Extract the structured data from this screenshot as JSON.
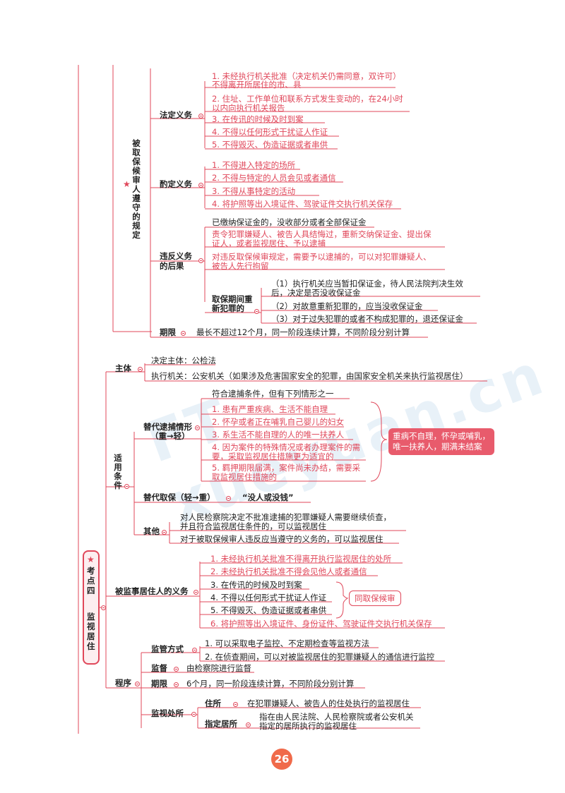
{
  "colors": {
    "accent": "#e0475a",
    "badge": "#e85b6c",
    "pagenum": "#f06a4a"
  },
  "bail": {
    "title": "被取保候审人遵守的规定",
    "legal_duty": {
      "label": "法定义务",
      "items": [
        "1. 未经执行机关批准（决定机关仍需同意，双许可）",
        "不得离开所居住的市、县",
        "2. 住址、工作单位和联系方式发生变动的，在24小时",
        "以内向执行机关报告",
        "3. 在传讯的时候及时到案",
        "4. 不得以任何形式干扰证人作证",
        "5. 不得毁灭、伪造证据或者串供"
      ]
    },
    "discretion_duty": {
      "label": "酌定义务",
      "items": [
        "1. 不得进入特定的场所",
        "2. 不得与特定的人员会见或者通信",
        "3. 不得从事特定的活动",
        "4. 将护照等出入境证件、驾驶证件交执行机关保存"
      ]
    },
    "violation": {
      "label1": "违反义务",
      "label2": "的后果",
      "items": [
        "已缴纳保证金的，没收部分或者全部保证金",
        "责令犯罪嫌疑人、被告人具结悔过，重新交纳保证金、提出保",
        "证人，或者监视居住、予以逮捕",
        "对违反取保候审规定，需要予以逮捕的，可以对犯罪嫌疑人、",
        "被告人先行拘留"
      ],
      "recrime": {
        "label1": "取保期间重",
        "label2": "新犯罪的",
        "items": [
          "（1）执行机关应当暂扣保证金，待人民法院判决生效",
          "后，决定是否没收保证金",
          "（2）对故意重新犯罪的，应当没收保证金",
          "（3）对于过失犯罪的或者不构成犯罪的，退还保证金"
        ]
      }
    },
    "term": {
      "label": "期限",
      "text": "最长不超过12个月，同一阶段连续计算，不同阶段分别计算"
    }
  },
  "exam": {
    "label": "考点四  监视居住",
    "chars": [
      "考",
      "点",
      "四",
      "",
      "监",
      "视",
      "居",
      "住"
    ]
  },
  "subject": {
    "label": "主体",
    "decide": "决定主体：公检法",
    "execute": "执行机关：公安机关（如果涉及危害国家安全的犯罪，由国家安全机关来执行监视居住）"
  },
  "conditions": {
    "label": "适用条件",
    "replace_arrest": {
      "label1": "替代逮捕情形",
      "label2": "（重→轻）",
      "lead": "符合逮捕条件，但有下列情形之一",
      "items": [
        "1. 患有严重疾病、生活不能自理",
        "2. 怀孕或者正在哺乳自己婴儿的妇女",
        "3. 系生活不能自理的人的唯一扶养人",
        "4. 因为案件的特殊情况或者办理案件的需",
        "要，采取监视居住措施更为适宜的",
        "5. 羁押期限届满，案件尚未办结，需要采",
        "取监视居住措施的"
      ],
      "badge1": "重病不自理，怀孕或哺乳，",
      "badge2": "唯一扶养人，期满未结案"
    },
    "replace_bail": {
      "label": "替代取保（轻→重）",
      "text": "“没人或没钱”"
    },
    "other": {
      "label": "其他",
      "items": [
        "对人民检察院决定不批准逮捕的犯罪嫌疑人需要继续侦查，",
        "并且符合监视居住条件的，可以监视居住",
        "对于被取保候审人违反应当遵守的义务的，可以监视居住"
      ]
    }
  },
  "duties": {
    "label": "被监事居住人的义务",
    "items": [
      "1. 未经执行机关批准不得离开执行监视居住的处所",
      "2. 未经执行机关批准不得会见他人或者通信",
      "3. 在传讯的时候及时到案",
      "4. 不得以任何形式干扰证人作证",
      "5. 不得毁灭、伪造证据或者串供",
      "6. 将护照等出入境证件、身份证件、驾驶证件交执行机关保存"
    ],
    "badge": "同取保候审"
  },
  "procedure": {
    "label": "程序",
    "supervise_method": {
      "label": "监管方式",
      "items": [
        "1. 可以采取电子监控、不定期检查等监视方法",
        "2. 在侦查期间，可以对被监视居住的犯罪嫌疑人的通信进行监控"
      ]
    },
    "supervise": {
      "label": "监督",
      "text": "由检察院进行监督"
    },
    "term": {
      "label": "期限",
      "text": "6个月，同一阶段连续计算，不同阶段分别计算"
    },
    "place": {
      "label": "监视处所",
      "residence": {
        "label": "住所",
        "text": "在犯罪嫌疑人、被告人的住处执行的监视居住"
      },
      "designated": {
        "label": "指定居所",
        "text1": "指在由人民法院、人民检察院或者公安机关",
        "text2": "指定的居所执行的监视居住"
      }
    }
  },
  "page_number": "26"
}
